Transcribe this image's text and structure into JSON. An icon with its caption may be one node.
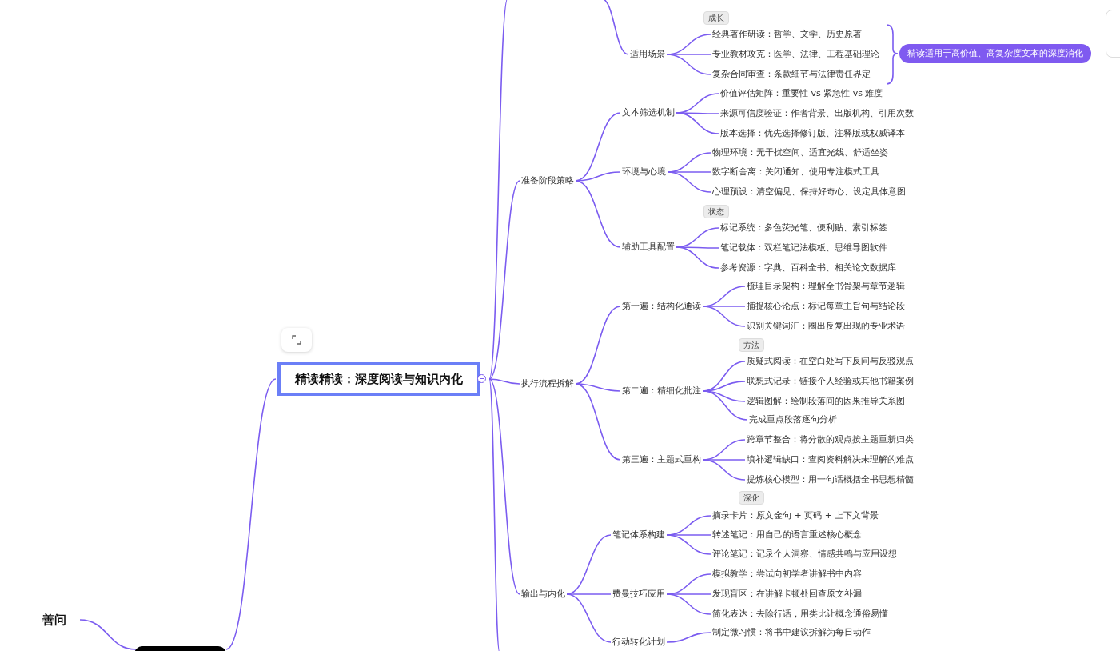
{
  "diagram": {
    "nodes": [
      {
        "text": [
          "精读精读：深度阅读与知识内化"
        ]
      },
      {
        "text": [
          "适用场景"
        ]
      },
      {
        "text": [
          "经典著作研读：哲学、文学、历史原著"
        ]
      },
      {
        "text": [
          "专业教材攻克：医学、法律、工程基础理论"
        ]
      },
      {
        "text": [
          "复杂合同审查：条款细节与法律责任界定"
        ]
      },
      {
        "text": [
          "精读适用于高价值、高复杂度文本的深度消化"
        ]
      },
      {
        "text": [
          "准备阶段策略"
        ]
      },
      {
        "text": [
          "文本筛选机制"
        ]
      },
      {
        "text": [
          "价值评估矩阵：重要性 vs 紧急性 vs 难度"
        ]
      },
      {
        "text": [
          "来源可信度验证：作者背景、出版机构、引用次数"
        ]
      },
      {
        "text": [
          "版本选择：优先选择修订版、注释版或权威译本"
        ]
      },
      {
        "text": [
          "环境与心境"
        ]
      },
      {
        "text": [
          "物理环境：无干扰空间、适宜光线、舒适坐姿"
        ]
      },
      {
        "text": [
          "数字断舍离：关闭通知、使用专注模式工具"
        ]
      },
      {
        "text": [
          "心理预设：清空偏见、保持好奇心、设定具体意图"
        ]
      },
      {
        "text": [
          "辅助工具配置"
        ]
      },
      {
        "text": [
          "标记系统：多色荧光笔、便利贴、索引标签"
        ]
      },
      {
        "text": [
          "笔记载体：双栏笔记法模板、思维导图软件"
        ]
      },
      {
        "text": [
          "参考资源：字典、百科全书、相关论文数据库"
        ]
      },
      {
        "text": [
          "执行流程拆解"
        ]
      },
      {
        "text": [
          "第一遍：结构化通读"
        ]
      },
      {
        "text": [
          "梳理目录架构：理解全书骨架与章节逻辑"
        ]
      },
      {
        "text": [
          "捕捉核心论点：标记每章主旨句与结论段"
        ]
      },
      {
        "text": [
          "识别关键词汇：圈出反复出现的专业术语"
        ]
      },
      {
        "text": [
          "第二遍：精细化批注"
        ]
      },
      {
        "text": [
          "质疑式阅读：在空白处写下反问与反驳观点"
        ]
      },
      {
        "text": [
          "联想式记录：链接个人经验或其他书籍案例"
        ]
      },
      {
        "text": [
          "逻辑图解：绘制段落间的因果推导关系图"
        ]
      },
      {
        "text": [
          "完成重点段落逐句分析"
        ]
      },
      {
        "text": [
          "第三遍：主题式重构"
        ]
      },
      {
        "text": [
          "跨章节整合：将分散的观点按主题重新归类"
        ]
      },
      {
        "text": [
          "填补逻辑缺口：查阅资料解决未理解的难点"
        ]
      },
      {
        "text": [
          "提炼核心模型：用一句话概括全书思想精髓"
        ]
      },
      {
        "text": [
          "输出与内化"
        ]
      },
      {
        "text": [
          "笔记体系构建"
        ]
      },
      {
        "text": [
          "摘录卡片：原文金句 + 页码 + 上下文背景"
        ]
      },
      {
        "text": [
          "转述笔记：用自己的语言重述核心概念"
        ]
      },
      {
        "text": [
          "评论笔记：记录个人洞察、情感共鸣与应用设想"
        ]
      },
      {
        "text": [
          "费曼技巧应用"
        ]
      },
      {
        "text": [
          "模拟教学：尝试向初学者讲解书中内容"
        ]
      },
      {
        "text": [
          "发现盲区：在讲解卡顿处回查原文补漏"
        ]
      },
      {
        "text": [
          "简化表达：去除行话，用类比让概念通俗易懂"
        ]
      },
      {
        "text": [
          "行动转化计划"
        ]
      },
      {
        "text": [
          "制定微习惯：将书中建议拆解为每日动作"
        ]
      },
      {
        "text": [
          "善问"
        ]
      },
      {
        "text": [],
        "shape": "box"
      }
    ],
    "edges": [
      {
        "from": 0,
        "to": null,
        "arrow": "none"
      },
      {
        "from": null,
        "to": 1,
        "arrow": "none"
      },
      {
        "from": 1,
        "to": 2,
        "arrow": "none"
      },
      {
        "from": 1,
        "to": 3,
        "arrow": "none"
      },
      {
        "from": 1,
        "to": 4,
        "arrow": "none"
      },
      {
        "from": 0,
        "to": 6,
        "arrow": "none"
      },
      {
        "from": 6,
        "to": 7,
        "arrow": "none"
      },
      {
        "from": 6,
        "to": 11,
        "arrow": "none"
      },
      {
        "from": 6,
        "to": 15,
        "arrow": "none"
      },
      {
        "from": 7,
        "to": 8,
        "arrow": "none"
      },
      {
        "from": 7,
        "to": 9,
        "arrow": "none"
      },
      {
        "from": 7,
        "to": 10,
        "arrow": "none"
      },
      {
        "from": 11,
        "to": 12,
        "arrow": "none"
      },
      {
        "from": 11,
        "to": 13,
        "arrow": "none"
      },
      {
        "from": 11,
        "to": 14,
        "arrow": "none"
      },
      {
        "from": 15,
        "to": 16,
        "arrow": "none"
      },
      {
        "from": 15,
        "to": 17,
        "arrow": "none"
      },
      {
        "from": 15,
        "to": 18,
        "arrow": "none"
      },
      {
        "from": 0,
        "to": 19,
        "arrow": "none"
      },
      {
        "from": 19,
        "to": 20,
        "arrow": "none"
      },
      {
        "from": 19,
        "to": 24,
        "arrow": "none"
      },
      {
        "from": 19,
        "to": 29,
        "arrow": "none"
      },
      {
        "from": 20,
        "to": 21,
        "arrow": "none"
      },
      {
        "from": 20,
        "to": 22,
        "arrow": "none"
      },
      {
        "from": 20,
        "to": 23,
        "arrow": "none"
      },
      {
        "from": 24,
        "to": 25,
        "arrow": "none"
      },
      {
        "from": 24,
        "to": 26,
        "arrow": "none"
      },
      {
        "from": 24,
        "to": 27,
        "arrow": "none"
      },
      {
        "from": 24,
        "to": 28,
        "arrow": "none"
      },
      {
        "from": 29,
        "to": 30,
        "arrow": "none"
      },
      {
        "from": 29,
        "to": 31,
        "arrow": "none"
      },
      {
        "from": 29,
        "to": 32,
        "arrow": "none"
      },
      {
        "from": 0,
        "to": 33,
        "arrow": "none"
      },
      {
        "from": 33,
        "to": 34,
        "arrow": "none"
      },
      {
        "from": 33,
        "to": 38,
        "arrow": "none"
      },
      {
        "from": 33,
        "to": 42,
        "arrow": "none"
      },
      {
        "from": 34,
        "to": 35,
        "arrow": "none"
      },
      {
        "from": 34,
        "to": 36,
        "arrow": "none"
      },
      {
        "from": 34,
        "to": 37,
        "arrow": "none"
      },
      {
        "from": 38,
        "to": 39,
        "arrow": "none"
      },
      {
        "from": 38,
        "to": 40,
        "arrow": "none"
      },
      {
        "from": 38,
        "to": 41,
        "arrow": "none"
      },
      {
        "from": 42,
        "to": 43,
        "arrow": "none"
      },
      {
        "from": 0,
        "to": null,
        "arrow": "none"
      },
      {
        "from": 45,
        "to": 0,
        "arrow": "none"
      },
      {
        "from": 45,
        "to": 44,
        "arrow": "none"
      }
    ],
    "labels": [
      "成长",
      "状态",
      "方法",
      "深化"
    ]
  }
}
